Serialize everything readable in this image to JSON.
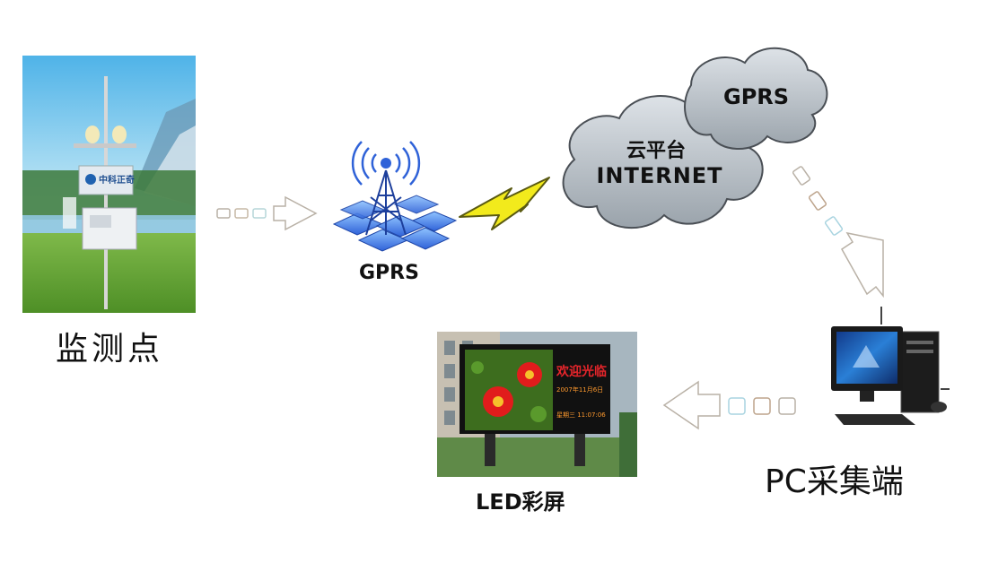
{
  "nodes": {
    "monitor_point": {
      "label": "监测点"
    },
    "gprs_tower": {
      "label": "GPRS"
    },
    "cloud_gprs": {
      "label": "GPRS"
    },
    "cloud_platform": {
      "line1": "云平台",
      "line2": "INTERNET"
    },
    "pc_terminal": {
      "label": "PC采集端"
    },
    "led_screen": {
      "label": "LED彩屏"
    }
  },
  "sign_brand": "中科正奇",
  "led_display": {
    "title": "欢迎光临",
    "line2": "2007年11月6日",
    "line3": "星期三 11:07:06"
  },
  "colors": {
    "arrow_stroke": "#b9b1a6",
    "cloud": "#c9cfd5",
    "lightning": "#f2ea1c",
    "tower": "#2f62d8"
  }
}
